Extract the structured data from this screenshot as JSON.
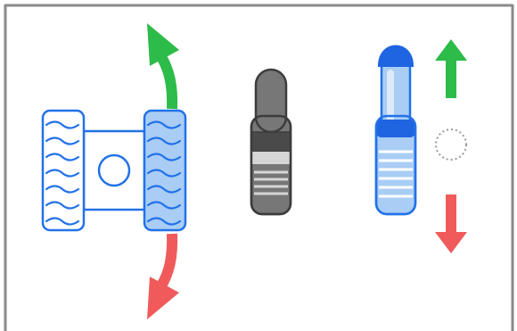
{
  "colors": {
    "frame": "#8a8a8a",
    "background": "#ffffff",
    "outline_blue": "#2272e8",
    "fill_light_blue": "#a9cdf4",
    "fill_blue": "#1f64e0",
    "wheel_stroke_blue": "#2272e8",
    "arrow_green": "#2dbb4a",
    "arrow_red": "#f05a5a",
    "neutral_dark": "#3c3c3c",
    "neutral_gray": "#777777",
    "neutral_light": "#d6d6d6",
    "dotted_circle": "#9a9a9a"
  },
  "diagram": {
    "vehicle": {
      "description_icon": "tracked-rover-top-view-icon",
      "left_wheel_state": "idle",
      "right_wheel_state": "active",
      "rotation_arrows": [
        "forward-curved-green",
        "backward-curved-red"
      ]
    },
    "left_stick": {
      "icon": "joystick-lever-icon",
      "state": "neutral"
    },
    "right_stick": {
      "icon": "joystick-lever-icon",
      "state": "pushed-forward"
    },
    "direction_indicators": {
      "up": "arrow-up-icon",
      "center": "dotted-circle-icon",
      "down": "arrow-down-icon"
    }
  }
}
